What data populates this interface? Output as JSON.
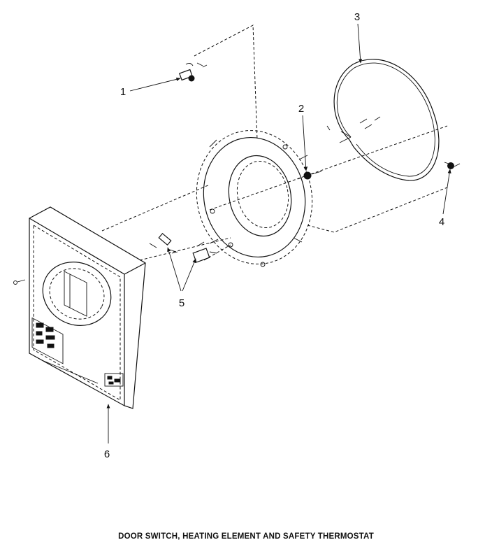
{
  "diagram": {
    "caption": "DOOR SWITCH, HEATING ELEMENT AND SAFETY THERMOSTAT",
    "callouts": [
      {
        "id": "1",
        "label": "1"
      },
      {
        "id": "2",
        "label": "2"
      },
      {
        "id": "3",
        "label": "3"
      },
      {
        "id": "4",
        "label": "4"
      },
      {
        "id": "5",
        "label": "5"
      },
      {
        "id": "6",
        "label": "6"
      }
    ]
  }
}
